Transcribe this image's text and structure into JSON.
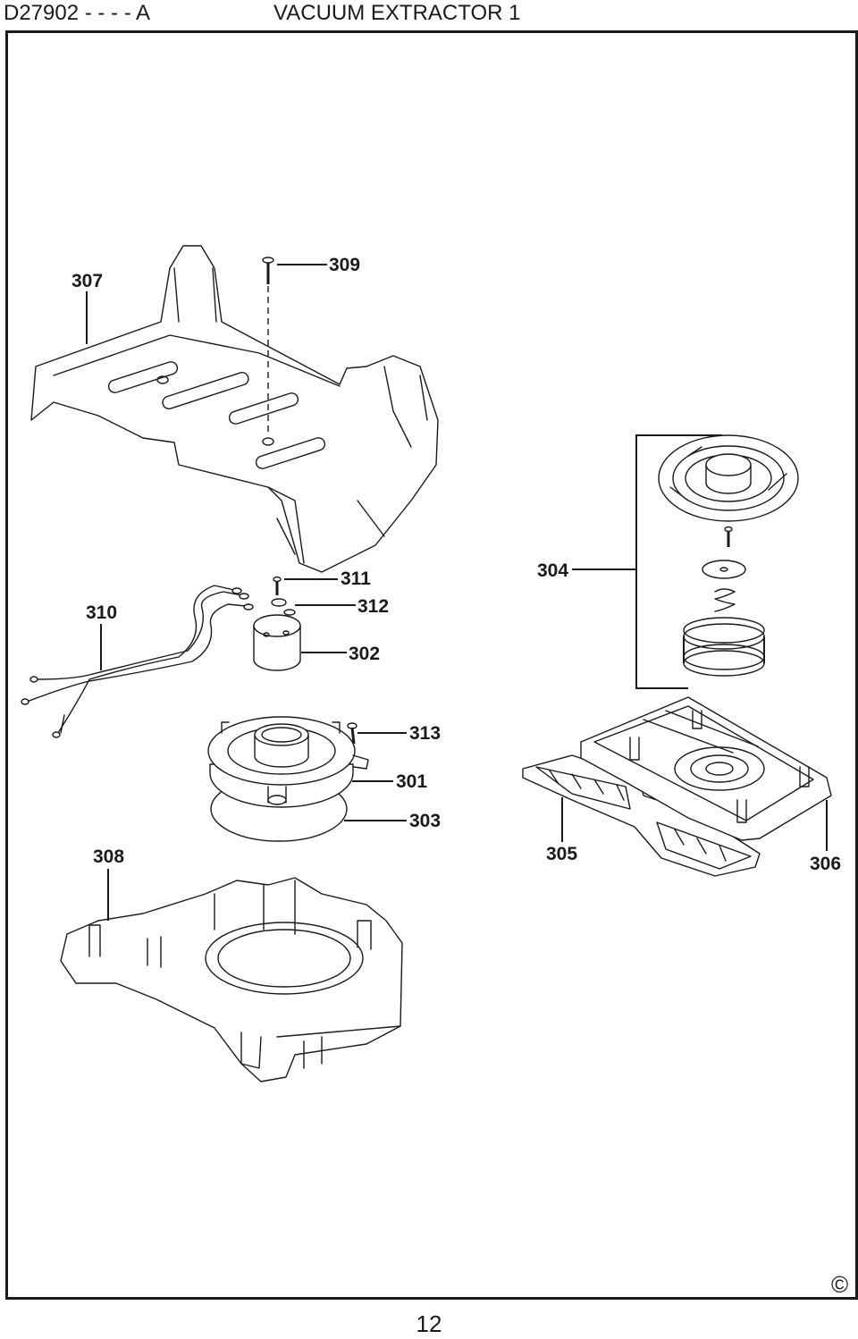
{
  "header": {
    "model": "D27902 - - - - A",
    "title": "VACUUM EXTRACTOR 1"
  },
  "callouts": {
    "c307": "307",
    "c309": "309",
    "c304": "304",
    "c311": "311",
    "c310": "310",
    "c312": "312",
    "c302": "302",
    "c313": "313",
    "c301": "301",
    "c303": "303",
    "c308": "308",
    "c305": "305",
    "c306": "306"
  },
  "copyright_symbol": "©",
  "page_number": "12"
}
